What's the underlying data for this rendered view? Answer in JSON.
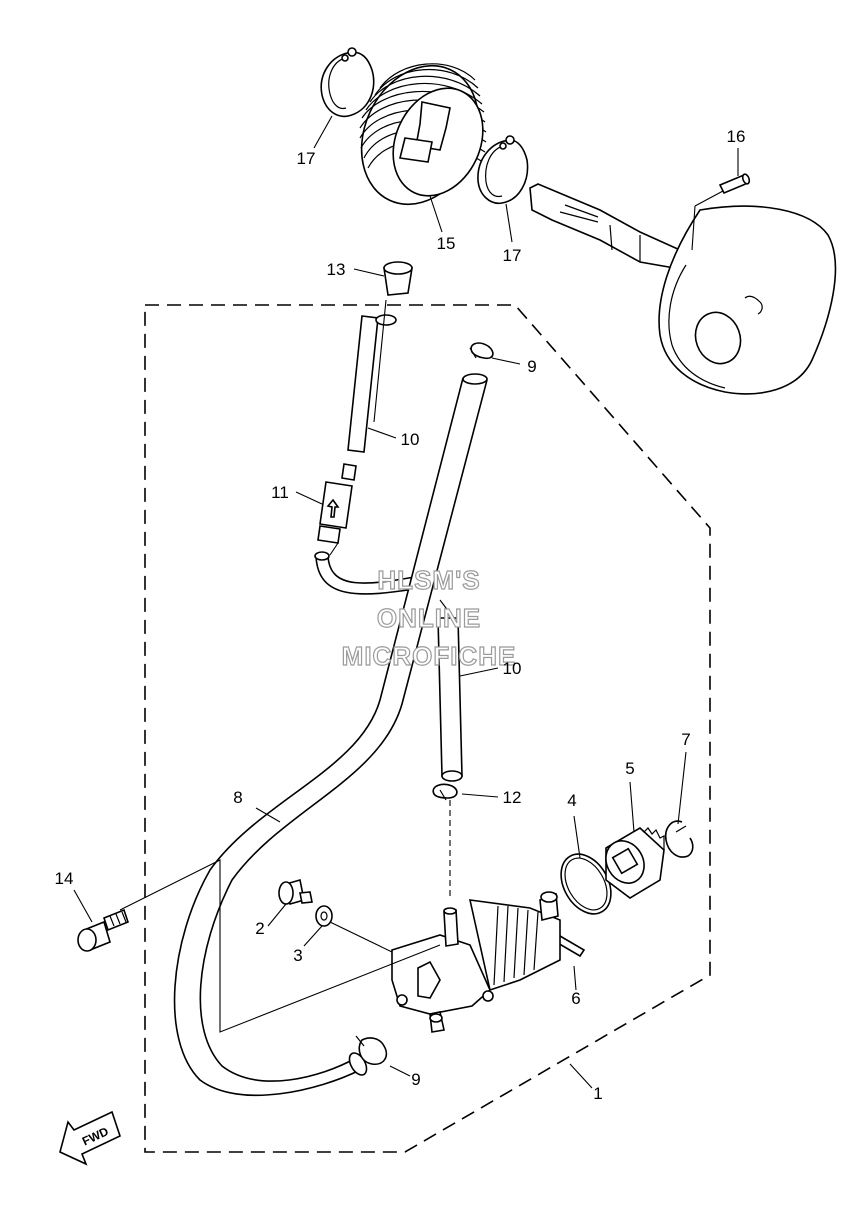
{
  "watermark": {
    "line1": "HLSM'S",
    "line2": "ONLINE",
    "line3": "MICROFICHE"
  },
  "callouts": {
    "c1": "1",
    "c2": "2",
    "c3": "3",
    "c4": "4",
    "c5": "5",
    "c6": "6",
    "c7": "7",
    "c8": "8",
    "c9a": "9",
    "c9b": "9",
    "c10a": "10",
    "c10b": "10",
    "c11": "11",
    "c12": "12",
    "c13": "13",
    "c14": "14",
    "c15": "15",
    "c16": "16",
    "c17a": "17",
    "c17b": "17"
  },
  "fwd_arrow": "FWD"
}
